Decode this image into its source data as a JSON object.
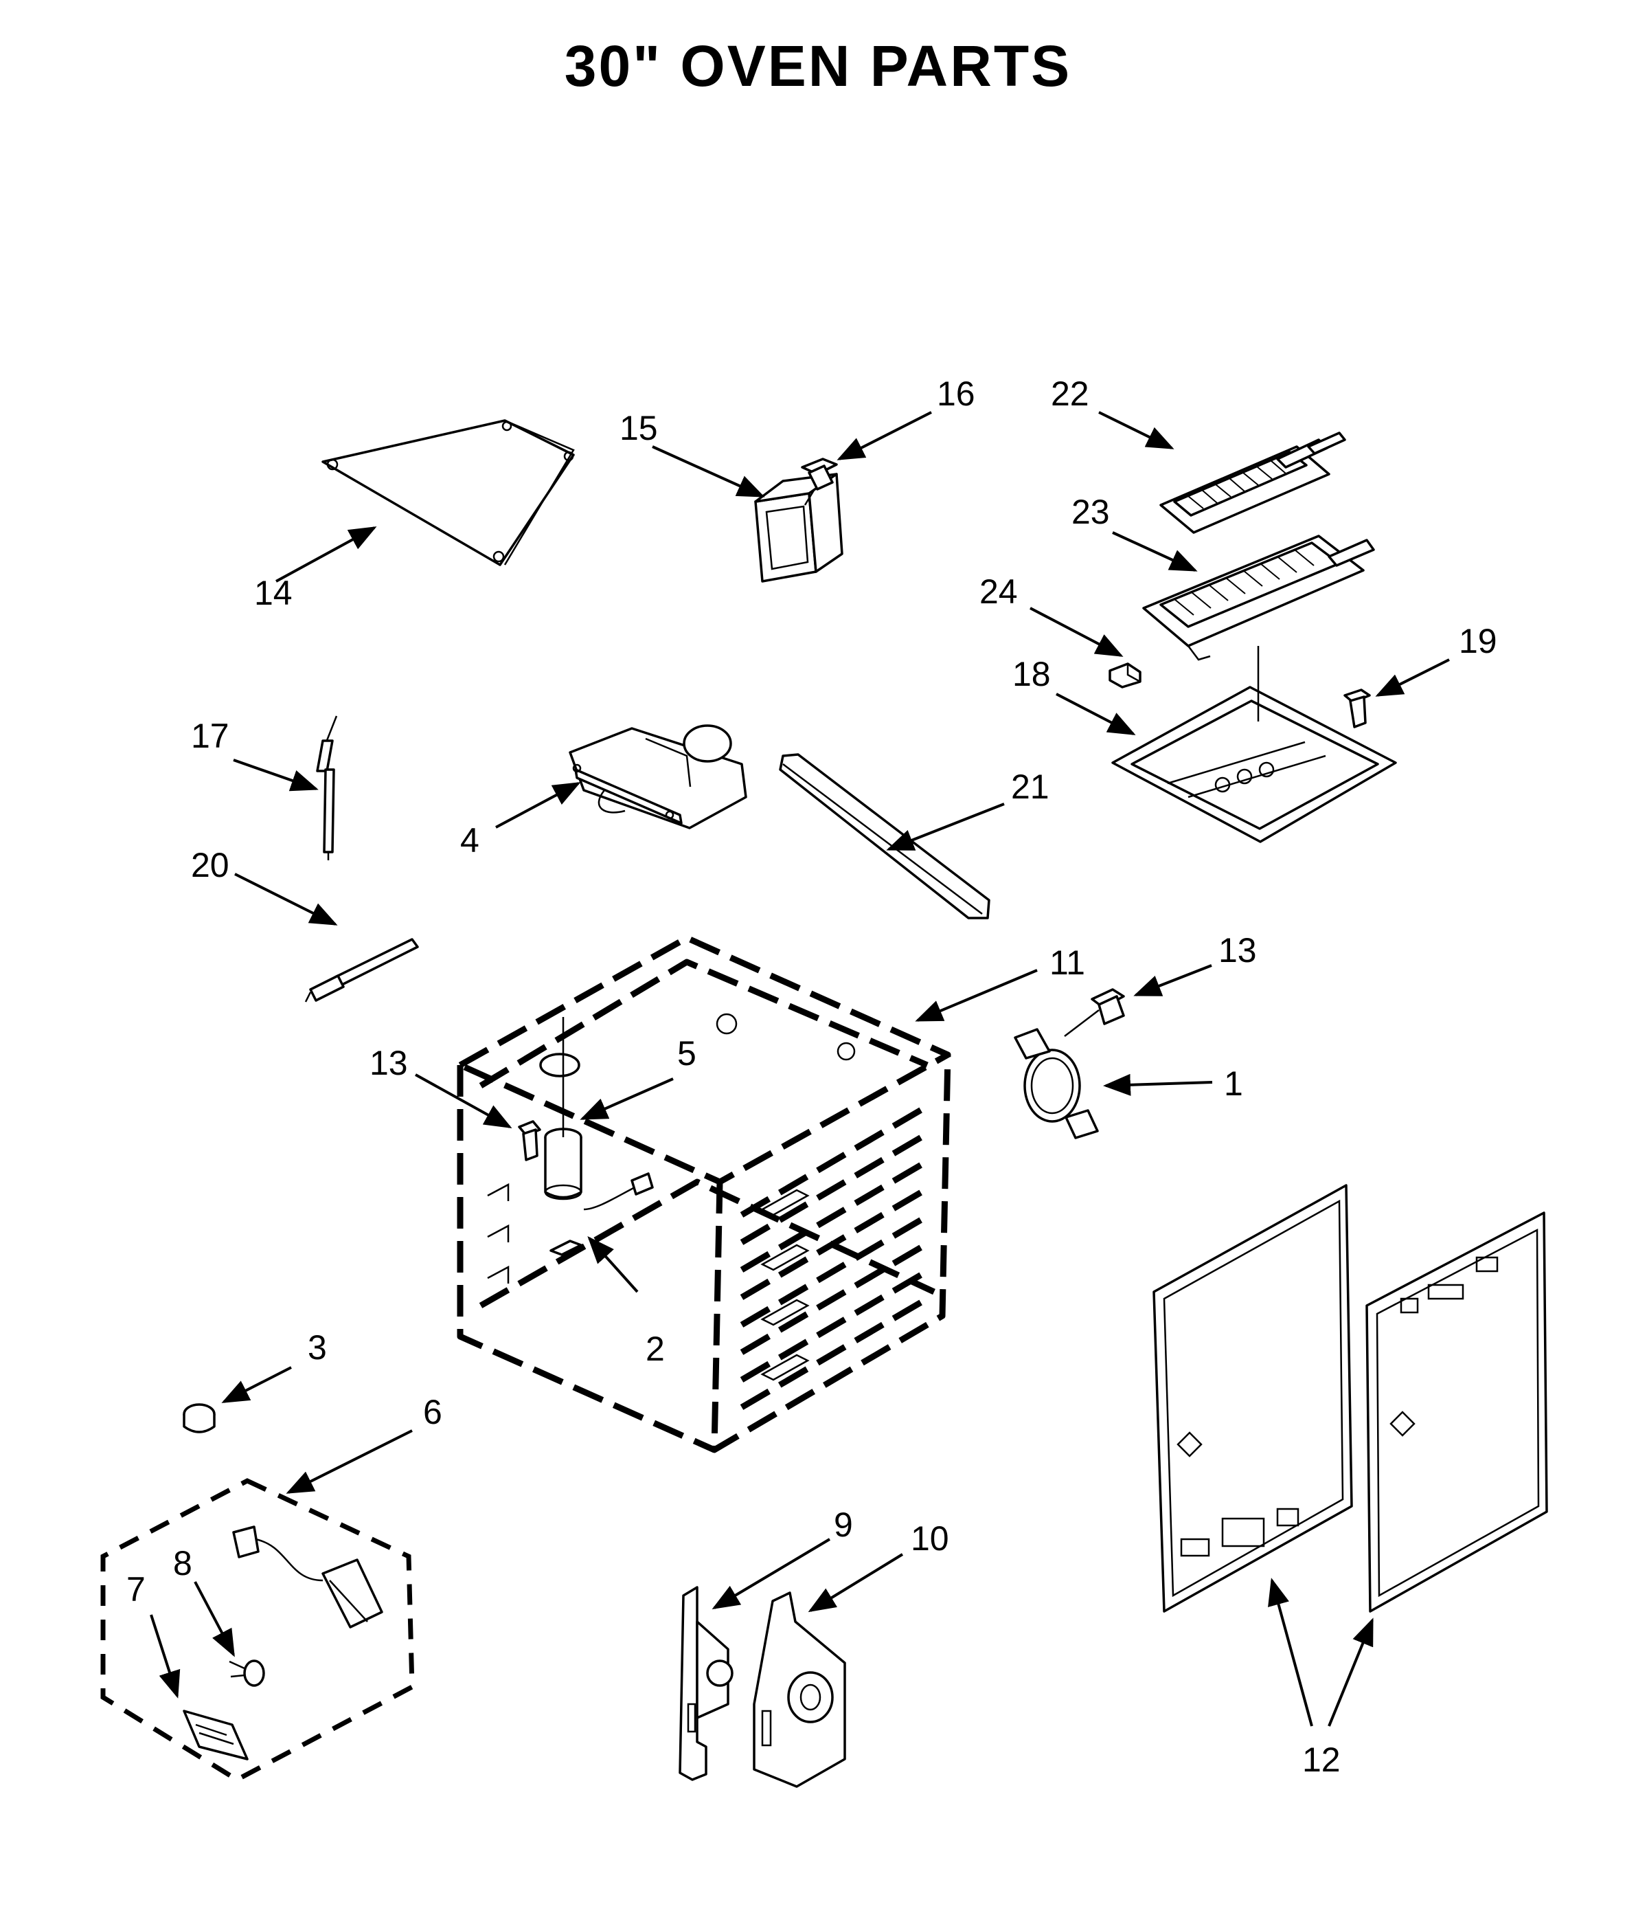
{
  "title": "30\" OVEN PARTS",
  "callouts": {
    "c1": "1",
    "c2": "2",
    "c3": "3",
    "c4": "4",
    "c5": "5",
    "c6": "6",
    "c7": "7",
    "c8": "8",
    "c9": "9",
    "c10": "10",
    "c11": "11",
    "c12": "12",
    "c13a": "13",
    "c13b": "13",
    "c14": "14",
    "c15": "15",
    "c16": "16",
    "c17": "17",
    "c18": "18",
    "c19": "19",
    "c20": "20",
    "c21": "21",
    "c22": "22",
    "c23": "23",
    "c24": "24"
  }
}
